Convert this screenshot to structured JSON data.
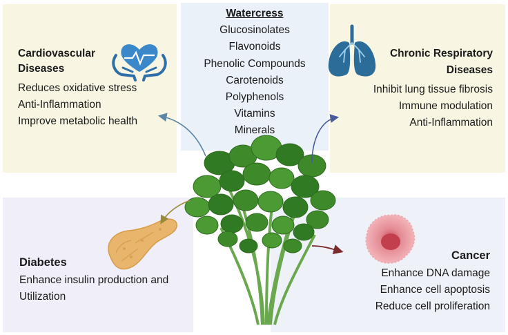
{
  "center": {
    "title": "Watercress",
    "items": [
      "Glucosinolates",
      "Flavonoids",
      "Phenolic Compounds",
      "Carotenoids",
      "Polyphenols",
      "Vitamins",
      "Minerals"
    ]
  },
  "cardiovascular": {
    "title_line1": "Cardiovascular",
    "title_line2": "Diseases",
    "effects": [
      "Reduces oxidative stress",
      "Anti-Inflammation",
      "Improve metabolic health"
    ]
  },
  "respiratory": {
    "title_line1": "Chronic Respiratory",
    "title_line2": "Diseases",
    "effects": [
      "Inhibit lung tissue fibrosis",
      "Immune modulation",
      "Anti-Inflammation"
    ]
  },
  "diabetes": {
    "title": "Diabetes",
    "effects": [
      "Enhance insulin production and",
      "Utilization"
    ]
  },
  "cancer": {
    "title": "Cancer",
    "effects": [
      "Enhance DNA damage",
      "Enhance cell apoptosis",
      "Reduce cell proliferation"
    ]
  },
  "colors": {
    "panel_yellow": "#f8f6e2",
    "panel_blue": "#eaf1f9",
    "panel_lilac": "#f0eef8",
    "heart_icon": "#3a87c9",
    "lung_icon": "#2b6c99",
    "pancreas": "#e7b56b",
    "cancer_cell": "#e98f97",
    "leaf": "#3e8a2a"
  },
  "icons": [
    "heart-in-hands-icon",
    "lungs-icon",
    "pancreas-icon",
    "cancer-cell-icon",
    "watercress-plant-icon"
  ]
}
